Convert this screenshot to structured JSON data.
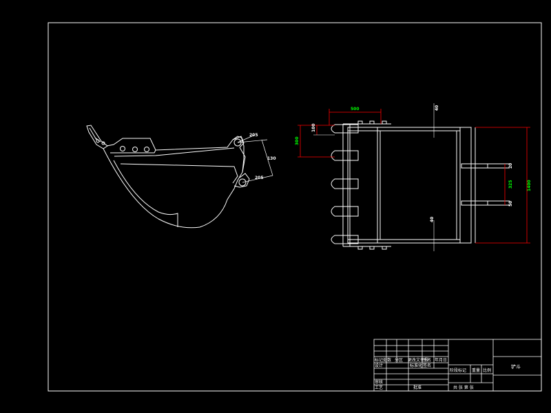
{
  "colors": {
    "background": "#000000",
    "outline": "#ffffff",
    "dimension_red": "#ff0000",
    "dimension_text": "#00ff00"
  },
  "dimensions": {
    "top_width": "500",
    "tooth_height": "100",
    "left_side": "300",
    "right_total": "1400",
    "right_mid": "325",
    "right_upper": "20",
    "right_lower": "50",
    "clearance_top": "40",
    "clearance_bottom": "40",
    "side_pin_a": "205",
    "side_pin_b": "130",
    "side_pin_c": "205"
  },
  "title_block": {
    "row1_c1": "标记处数",
    "row1_c2": "分区",
    "row1_c3": "更改文件号",
    "row1_c4": "签名",
    "row1_c5": "年月日",
    "design": "设计",
    "standardization": "标准化",
    "signature": "签名",
    "review": "审核",
    "process": "工艺",
    "approve": "批准",
    "stage_marks": "阶段标记",
    "weight": "重量",
    "scale": "比例",
    "sheets": "共 张 第 张",
    "drawing_name": "铲斗"
  }
}
